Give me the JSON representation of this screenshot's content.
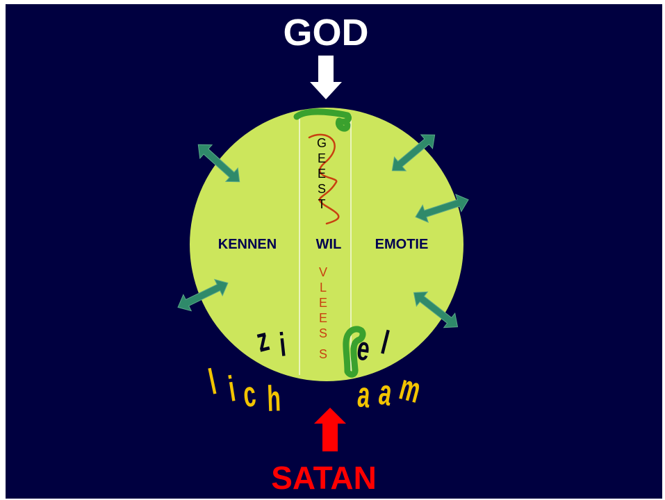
{
  "labels": {
    "top": "GOD",
    "bottom": "SATAN",
    "left_section": "KENNEN",
    "center_section": "WIL",
    "right_section": "EMOTIE"
  },
  "vertical_words": {
    "upper": [
      "G",
      "E",
      "E",
      "S",
      "T"
    ],
    "lower": [
      "V",
      "L",
      "E",
      "E",
      "S"
    ]
  },
  "curved_words": {
    "ziel": [
      "z",
      "i",
      "e",
      "l"
    ],
    "lichaam": [
      "l",
      "i",
      "c",
      "h",
      "a",
      "a",
      "m"
    ]
  },
  "colors": {
    "background": "#000040",
    "circle": "#cce65c",
    "god_arrow": "#ffffff",
    "satan_arrow": "#ff0000",
    "side_arrows": "#2f8a6a",
    "scribble_green": "#3aa12e",
    "spirit_line": "#c84010",
    "section_text": "#000050",
    "lower_vertical_text": "#c84010",
    "curved_word_ziel": "#000020",
    "curved_word_lichaam": "#f2c400"
  },
  "icons": {
    "top_arrow": "arrow-down-icon",
    "bottom_arrow": "arrow-up-icon",
    "side_arrows": "double-arrow-icon"
  }
}
